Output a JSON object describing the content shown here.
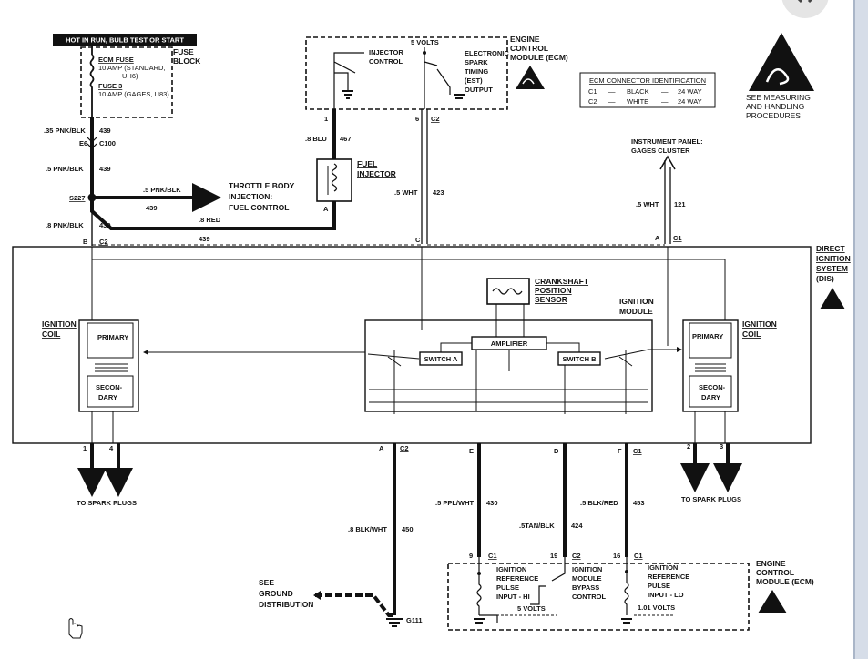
{
  "top_banner": "HOT IN RUN, BULB TEST OR START",
  "fuse_block": {
    "title_1": "FUSE",
    "title_2": "BLOCK",
    "ecm_fuse": "ECM FUSE",
    "ecm_fuse_desc_1": "10 AMP (STANDARD,",
    "ecm_fuse_desc_2": "UH6)",
    "fuse3": "FUSE 3",
    "fuse3_desc": "10 AMP (GAGES, U83)"
  },
  "ecm_top": {
    "injector_control_1": "INJECTOR",
    "injector_control_2": "CONTROL",
    "five_volts": "5 VOLTS",
    "est_1": "ELECTRONIC",
    "est_2": "SPARK",
    "est_3": "TIMING",
    "est_4": "(EST)",
    "est_5": "OUTPUT",
    "title_1": "ENGINE",
    "title_2": "CONTROL",
    "title_3": "MODULE (ECM)",
    "pin_1": "1",
    "pin_6": "6",
    "conn_c2": "C2"
  },
  "connector_id": {
    "title": "ECM CONNECTOR IDENTIFICATION",
    "row1": [
      "C1",
      "—",
      "BLACK",
      "—",
      "24 WAY"
    ],
    "row2": [
      "C2",
      "—",
      "WHITE",
      "—",
      "24 WAY"
    ]
  },
  "esd_note": [
    "SEE MEASURING",
    "AND HANDLING",
    "PROCEDURES"
  ],
  "wires_left": {
    "w1": ".35 PNK/BLK",
    "w1_num": "439",
    "e6": "E6",
    "c100": "C100",
    "w2": ".5 PNK/BLK",
    "w2_num": "439",
    "s227": "S227",
    "branch": ".5 PNK/BLK",
    "branch_num": "439",
    "throttle_1": "THROTTLE BODY",
    "throttle_2": "INJECTION:",
    "throttle_3": "FUEL CONTROL",
    "w3": ".8 PNK/BLK",
    "w3_num": "439",
    "red": ".8 RED",
    "red_num": "439",
    "b": "B",
    "c2": "C2"
  },
  "injector": {
    "wire": ".8 BLU",
    "wire_num": "467",
    "title_1": "FUEL",
    "title_2": "INJECTOR",
    "pin_a": "A"
  },
  "est_wire": {
    "wire": ".5 WHT",
    "num": "423",
    "pin": "C"
  },
  "gages": {
    "title_1": "INSTRUMENT PANEL:",
    "title_2": "GAGES CLUSTER",
    "wire": ".5 WHT",
    "num": "121",
    "pin": "A",
    "conn": "C1"
  },
  "dis_title": [
    "DIRECT",
    "IGNITION",
    "SYSTEM",
    "(DIS)"
  ],
  "crank": [
    "CRANKSHAFT",
    "POSITION",
    "SENSOR"
  ],
  "ign_module": {
    "title_1": "IGNITION",
    "title_2": "MODULE",
    "amplifier": "AMPLIFIER",
    "switch_a": "SWITCH A",
    "switch_b": "SWITCH B"
  },
  "coil_left": {
    "title_1": "IGNITION",
    "title_2": "COIL",
    "primary": "PRIMARY",
    "secondary_1": "SECON-",
    "secondary_2": "DARY"
  },
  "coil_right": {
    "title_1": "IGNITION",
    "title_2": "COIL",
    "primary": "PRIMARY",
    "secondary_1": "SECON-",
    "secondary_2": "DARY"
  },
  "spark_left": {
    "pin1": "1",
    "pin4": "4",
    "label": "TO SPARK PLUGS"
  },
  "spark_right": {
    "pin2": "2",
    "pin3": "3",
    "label": "TO SPARK PLUGS"
  },
  "bottom_wires": {
    "a": "A",
    "a_conn": "C2",
    "a_wire": ".8 BLK/WHT",
    "a_num": "450",
    "e": "E",
    "e_wire": ".5 PPL/WHT",
    "e_num": "430",
    "d": "D",
    "d_wire": ".5TAN/BLK",
    "d_num": "424",
    "f": "F",
    "f_conn": "C1",
    "f_wire": ".5 BLK/RED",
    "f_num": "453"
  },
  "ground": {
    "line1": "SEE",
    "line2": "GROUND",
    "line3": "DISTRIBUTION",
    "g": "G111"
  },
  "ecm_bottom": {
    "pin9": "9",
    "c1a": "C1",
    "pin19": "19",
    "c2": "C2",
    "pin16": "16",
    "c1b": "C1",
    "ref_hi": [
      "IGNITION",
      "REFERENCE",
      "PULSE",
      "INPUT - HI"
    ],
    "bypass": [
      "IGNITION",
      "MODULE",
      "BYPASS",
      "CONTROL"
    ],
    "ref_lo": [
      "IGNITION",
      "REFERENCE",
      "PULSE",
      "INPUT - LO"
    ],
    "five_volts": "5 VOLTS",
    "one_volts": "1.01 VOLTS",
    "title": [
      "ENGINE",
      "CONTROL",
      "MODULE (ECM)"
    ]
  },
  "close_icon": "close-icon",
  "cursor_icon": "hand-cursor-icon"
}
